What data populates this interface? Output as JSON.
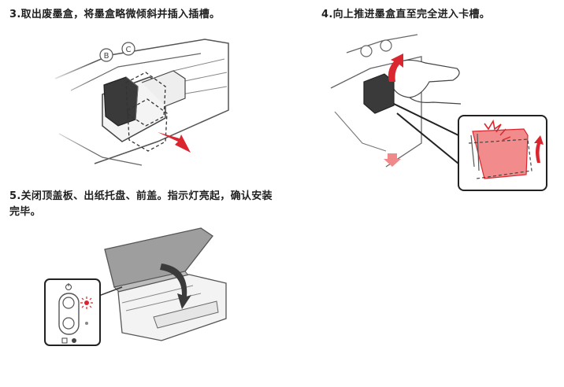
{
  "steps": [
    {
      "number": "3.",
      "text": "取出废墨盒，将墨盒略微倾斜并插入插槽。"
    },
    {
      "number": "4.",
      "text": "向上推进墨盒直至完全进入卡槽。"
    },
    {
      "number": "5.",
      "text": "关闭顶盖板、出纸托盘、前盖。指示灯亮起，确认安装完毕。"
    }
  ],
  "illustration_labels": {
    "slot_left": "B",
    "slot_right": "C"
  },
  "colors": {
    "accent_red": "#d9262f",
    "light_red": "#f28b8b",
    "line_gray": "#555555",
    "panel_gray": "#a9a9a9"
  },
  "icons": [
    "arrow-up-icon",
    "arrow-down-icon",
    "power-icon",
    "warning-light-icon",
    "ink-icon"
  ]
}
